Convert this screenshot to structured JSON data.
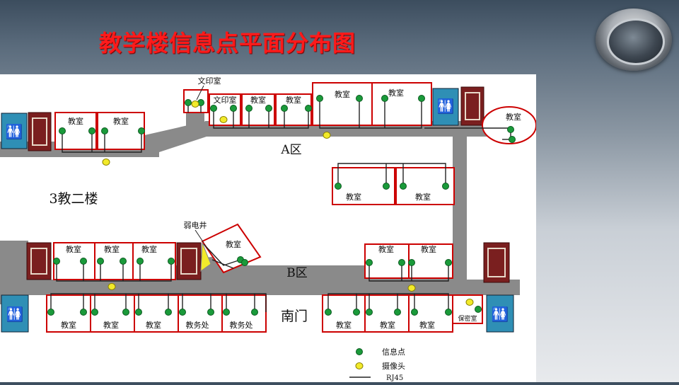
{
  "title": "教学楼信息点平面分布图",
  "zones": {
    "a": "A区",
    "b": "B区"
  },
  "building_label": "3教二楼",
  "south_gate": "南门",
  "weak_well": "弱电井",
  "print_room_top": "文印室",
  "rooms": {
    "classroom": "教室",
    "print": "文印室",
    "affairs": "教务处",
    "security": "保密室"
  },
  "legend": {
    "info_point": "信息点",
    "camera": "摄像头",
    "rj45": "RJ45"
  },
  "colors": {
    "wall": "#cc0000",
    "corridor": "#8a8a8a",
    "info_point": "#1a9a3a",
    "camera": "#f2ea2a",
    "toilet": "#2f8fb5",
    "stairs": "#7a1f1f"
  }
}
